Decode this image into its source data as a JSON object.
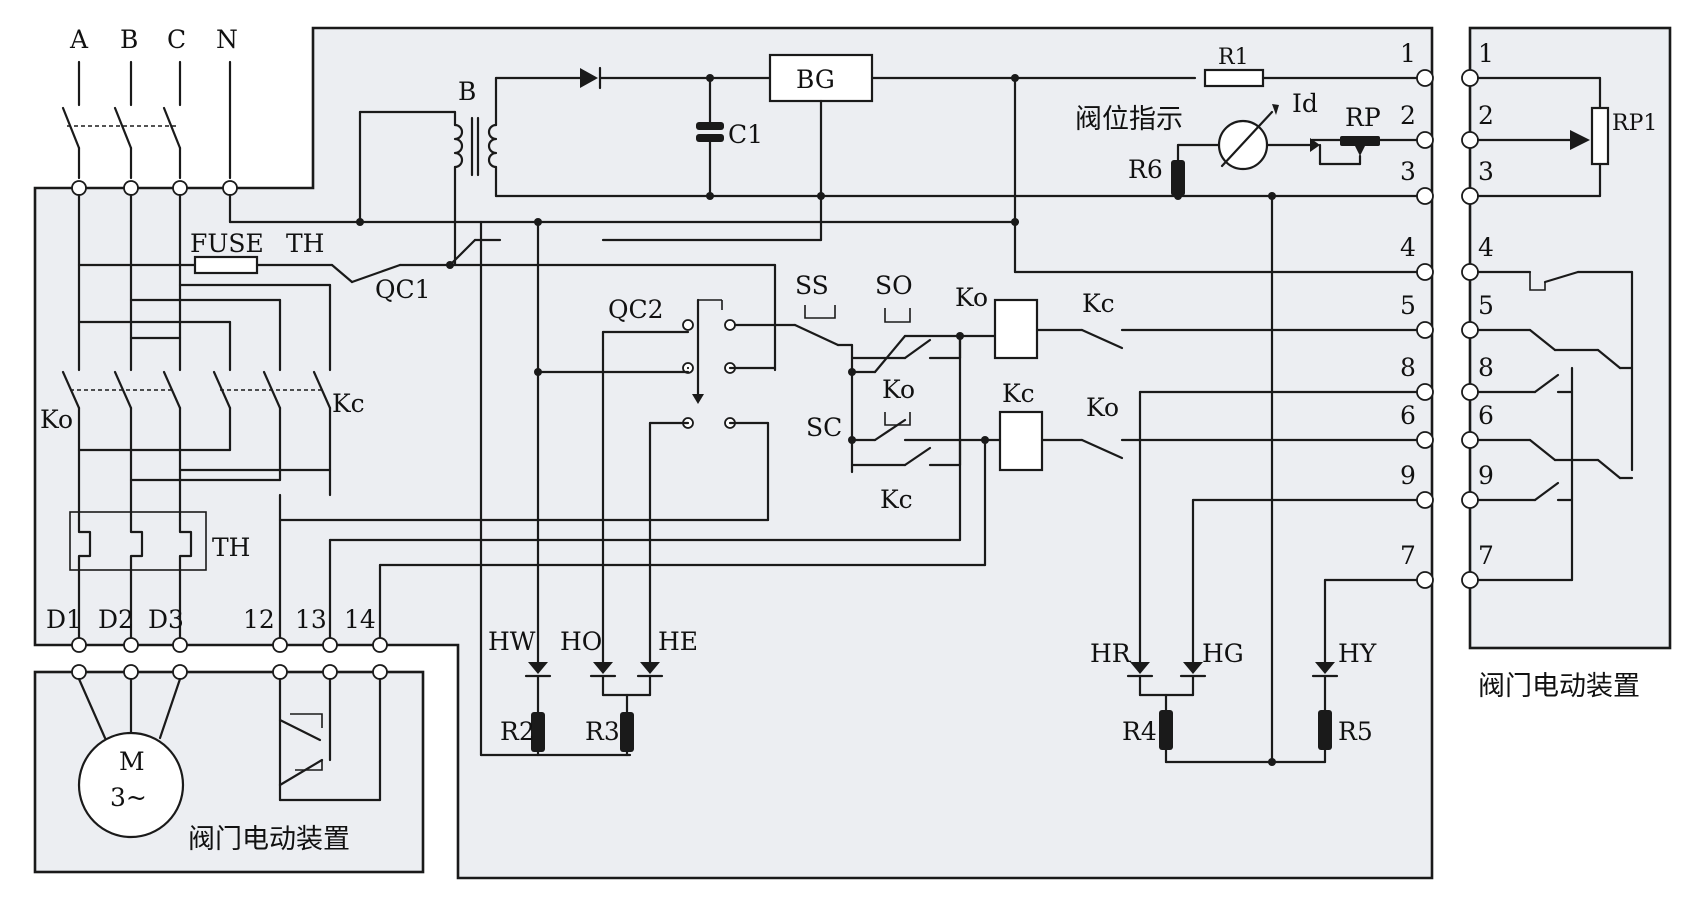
{
  "labels": {
    "phase_a": "A",
    "phase_b": "B",
    "phase_c": "C",
    "neutral": "N",
    "fuse": "FUSE",
    "th_top": "TH",
    "qc1": "QC1",
    "ko_main": "Ko",
    "kc_main": "Kc",
    "th_overload": "TH",
    "d1": "D1",
    "d2": "D2",
    "d3": "D3",
    "t12": "12",
    "t13": "13",
    "t14": "14",
    "motor_m": "M",
    "motor_phase": "3~",
    "valve_device_left": "阀门电动装置",
    "valve_device_right": "阀门电动装置",
    "transformer": "B",
    "bg": "BG",
    "c1": "C1",
    "r1": "R1",
    "id": "Id",
    "valve_indicator": "阀位指示",
    "rp": "RP",
    "r6": "R6",
    "qc2": "QC2",
    "ss": "SS",
    "so": "SO",
    "sc": "SC",
    "ko_aux": "Ko",
    "kc_aux": "Kc",
    "ko_coil": "Ko",
    "kc_coil": "Kc",
    "kc_contact": "Kc",
    "ko_contact": "Ko",
    "hw": "HW",
    "ho": "HO",
    "he": "HE",
    "r2": "R2",
    "r3": "R3",
    "hr": "HR",
    "hg": "HG",
    "hy": "HY",
    "r4": "R4",
    "r5": "R5",
    "rp1": "RP1"
  },
  "terminals_mid": [
    "1",
    "2",
    "3",
    "4",
    "5",
    "8",
    "6",
    "9",
    "7"
  ],
  "terminals_right": [
    "1",
    "2",
    "3",
    "4",
    "5",
    "8",
    "6",
    "9",
    "7"
  ]
}
